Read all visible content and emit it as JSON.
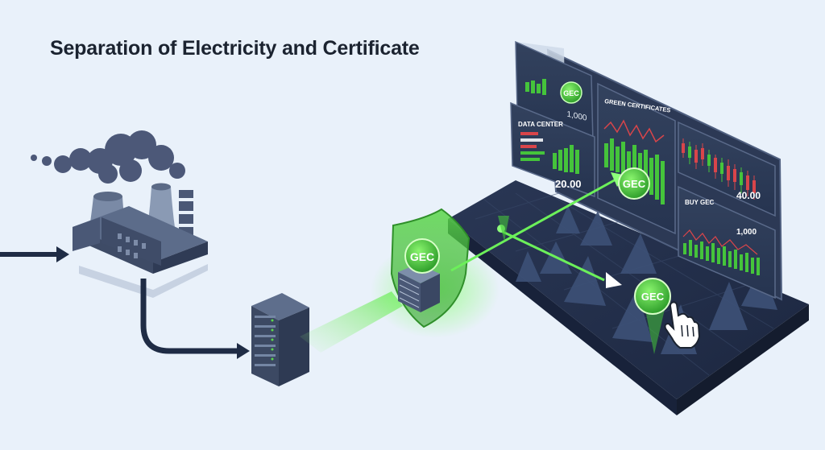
{
  "title": "Separation of Electricity and Certificate",
  "certificate_badge": "GEC",
  "dashboard": {
    "top_value": "1,000",
    "data_center": {
      "label": "DATA CENTER",
      "value": "20.00"
    },
    "green_certificates": {
      "label": "GREEN CERTIFICATES"
    },
    "candles": {
      "value": "40.00"
    },
    "buy": {
      "label": "BUY GEC",
      "value": "1,000"
    }
  },
  "colors": {
    "background": "#e9f1fa",
    "factory": "#4a5876",
    "dark_navy": "#1f2c45",
    "accent_green": "#43c43e",
    "beam_green": "#6cf05a",
    "candle_red": "#d9454a"
  },
  "icons": [
    "factory-icon",
    "server-rack-icon",
    "shield-icon",
    "hand-cursor-icon",
    "arrow-icon"
  ]
}
